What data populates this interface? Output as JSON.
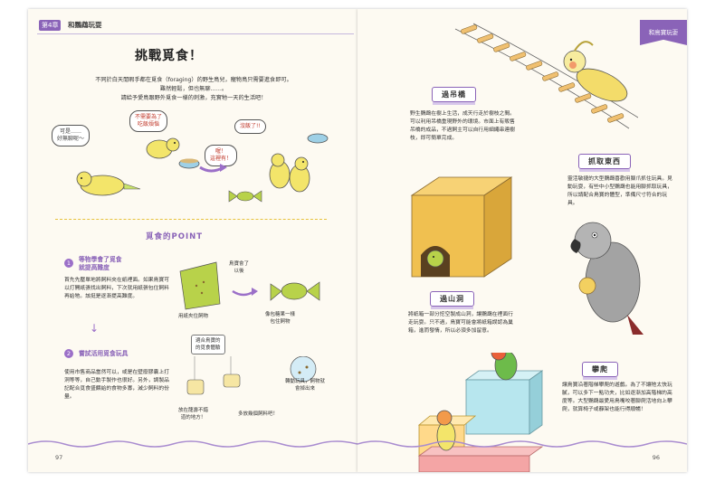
{
  "left": {
    "chapter_badge": "第4章",
    "chapter_title": "和鸚鵡玩耍",
    "main_title": "挑戰覓食！",
    "intro_lines": [
      "不同於白天閒暇手都在覓食（foraging）的野生鳥兒，寵物鳥只需要進食即可。",
      "難然輕鬆，但也無聊……。",
      "請給予愛鳥跟野外覓食一樣的刺激，充實牠一天的生活吧！"
    ],
    "bubbles": {
      "b1": "可是……\n好無聊呢～",
      "b2": "不需要為了\n吃飯煩惱",
      "b3": "沒飯了!!",
      "b4": "喔！\n這裡有！"
    },
    "point_title": "覓食的POINT",
    "point1": {
      "num": "1",
      "heading": "等物學會了覓食\n就提高難度",
      "body": "首先先壓單地將飼料夾在紙裡面。如果鳥寶可以打開紙張找出飼料，下次就用紙張包住飼料再給牠。該挺是逐漸提高難度。",
      "cap_a": "用紙夾住飼物",
      "cap_b": "鳥寶會了\n以後",
      "cap_c": "像包糖果一樣\n包住飼物"
    },
    "point2": {
      "num": "2",
      "heading": "嘗試活用覓食玩具",
      "body": "使用市售商品當然可以，或是在壁廢膠囊上打洞等等，自己動手製作也很好。另外，調製品記配合覓食盛餵給的食物多寡，減少飼料的份量。",
      "cap_a": "適合鳥寶的\n的覓食體驗",
      "cap_b": "轉動玩具，飼物就\n會掉出來",
      "cap_c": "放在龍壽不錯\n道的地方！",
      "cap_d": "多放幾個飼料吧！"
    },
    "page_number": "97"
  },
  "right": {
    "side_tab": "和鳥寶玩耍",
    "sec1": {
      "title": "過吊橋",
      "body": "野生鸚鵡在樹上生活，成天行走於樹枝之間。可以利用吊橋重現野外的環境。市面上有販售吊橋的成品，不過飼主可以自行用細繩串連樹枝，即可簡單完成。"
    },
    "sec2": {
      "title": "抓取東西",
      "body": "靈活敏捷的大型鸚鵡喜歡用腳爪抓住玩具。見動玩耍，有些中小型鸚鵡也能用腳抓取玩具，所以請配合鳥寶的體型，準備尺寸符合的玩具。"
    },
    "sec3": {
      "title": "過山洞",
      "body": "將紙箱一部分挖空製成山洞，讓鸚鵡在裡面行走玩耍。只不過，鳥寶可能會將紙箱誤認為巢箱，進而發情，所以必須多加留意。"
    },
    "sec4": {
      "title": "攀爬",
      "body": "讓鳥寶沿著階梯攀爬的遊戲。為了不讓牠太快玩膩，可以多下一點功夫，比如逐漸加高階梯的高度等。大型鸚鵡最愛用鳥嘴咬著腳爬活地向上攀爬，就算椅子或靜架也能行得順暢！"
    },
    "page_number": "96"
  },
  "colors": {
    "accent_purple": "#8a63b8",
    "cockatiel_yellow": "#f3dc6a",
    "budgie_green": "#b8d24a",
    "box_tan": "#f0c050",
    "block_cyan": "#b7e6ee",
    "block_pink": "#f4a5a5",
    "parrot_gray": "#9a9a9a"
  }
}
